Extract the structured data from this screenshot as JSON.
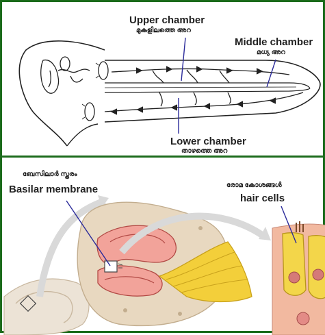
{
  "cochlea_diagram": {
    "upper_chamber": {
      "en": "Upper chamber",
      "ml": "മുകളിലത്തെ അറ"
    },
    "middle_chamber": {
      "en": "Middle chamber",
      "ml": "മധ്യ അറ"
    },
    "lower_chamber": {
      "en": "Lower chamber",
      "ml": "താഴത്തെ അറ"
    }
  },
  "anatomy_panel": {
    "basilar_membrane": {
      "ml": "ബേസിലാർ സ്തരം",
      "en": "Basilar membrane"
    },
    "hair_cells": {
      "ml": "രോമ കോശങ്ങൾ",
      "en": "hair cells"
    }
  },
  "colors": {
    "border": "#1b6b1b",
    "label_line": "#2b2b9a",
    "bone": "#e8d8c0",
    "tissue": "#f2a39a",
    "hair_cell": "#f0d050"
  }
}
